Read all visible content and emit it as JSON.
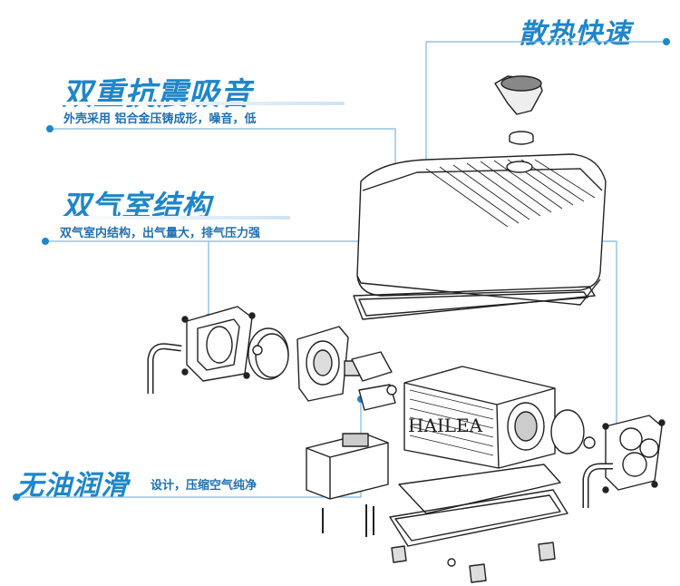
{
  "features": [
    {
      "title": "散热快速",
      "subtitle": ""
    },
    {
      "title": "双重抗震吸音",
      "subtitle": "外壳采用  铝合金压铸成形，噪音，低"
    },
    {
      "title": "双气室结构",
      "subtitle": "双气室内结构，出气量大，排气压力强"
    },
    {
      "title": "无油润滑",
      "subtitle": "设计，压缩空气纯净"
    }
  ],
  "brand": "HAILEA",
  "colors": {
    "accent": "#1f86c9",
    "line": "#7fb6e0",
    "drawing": "#222222"
  }
}
